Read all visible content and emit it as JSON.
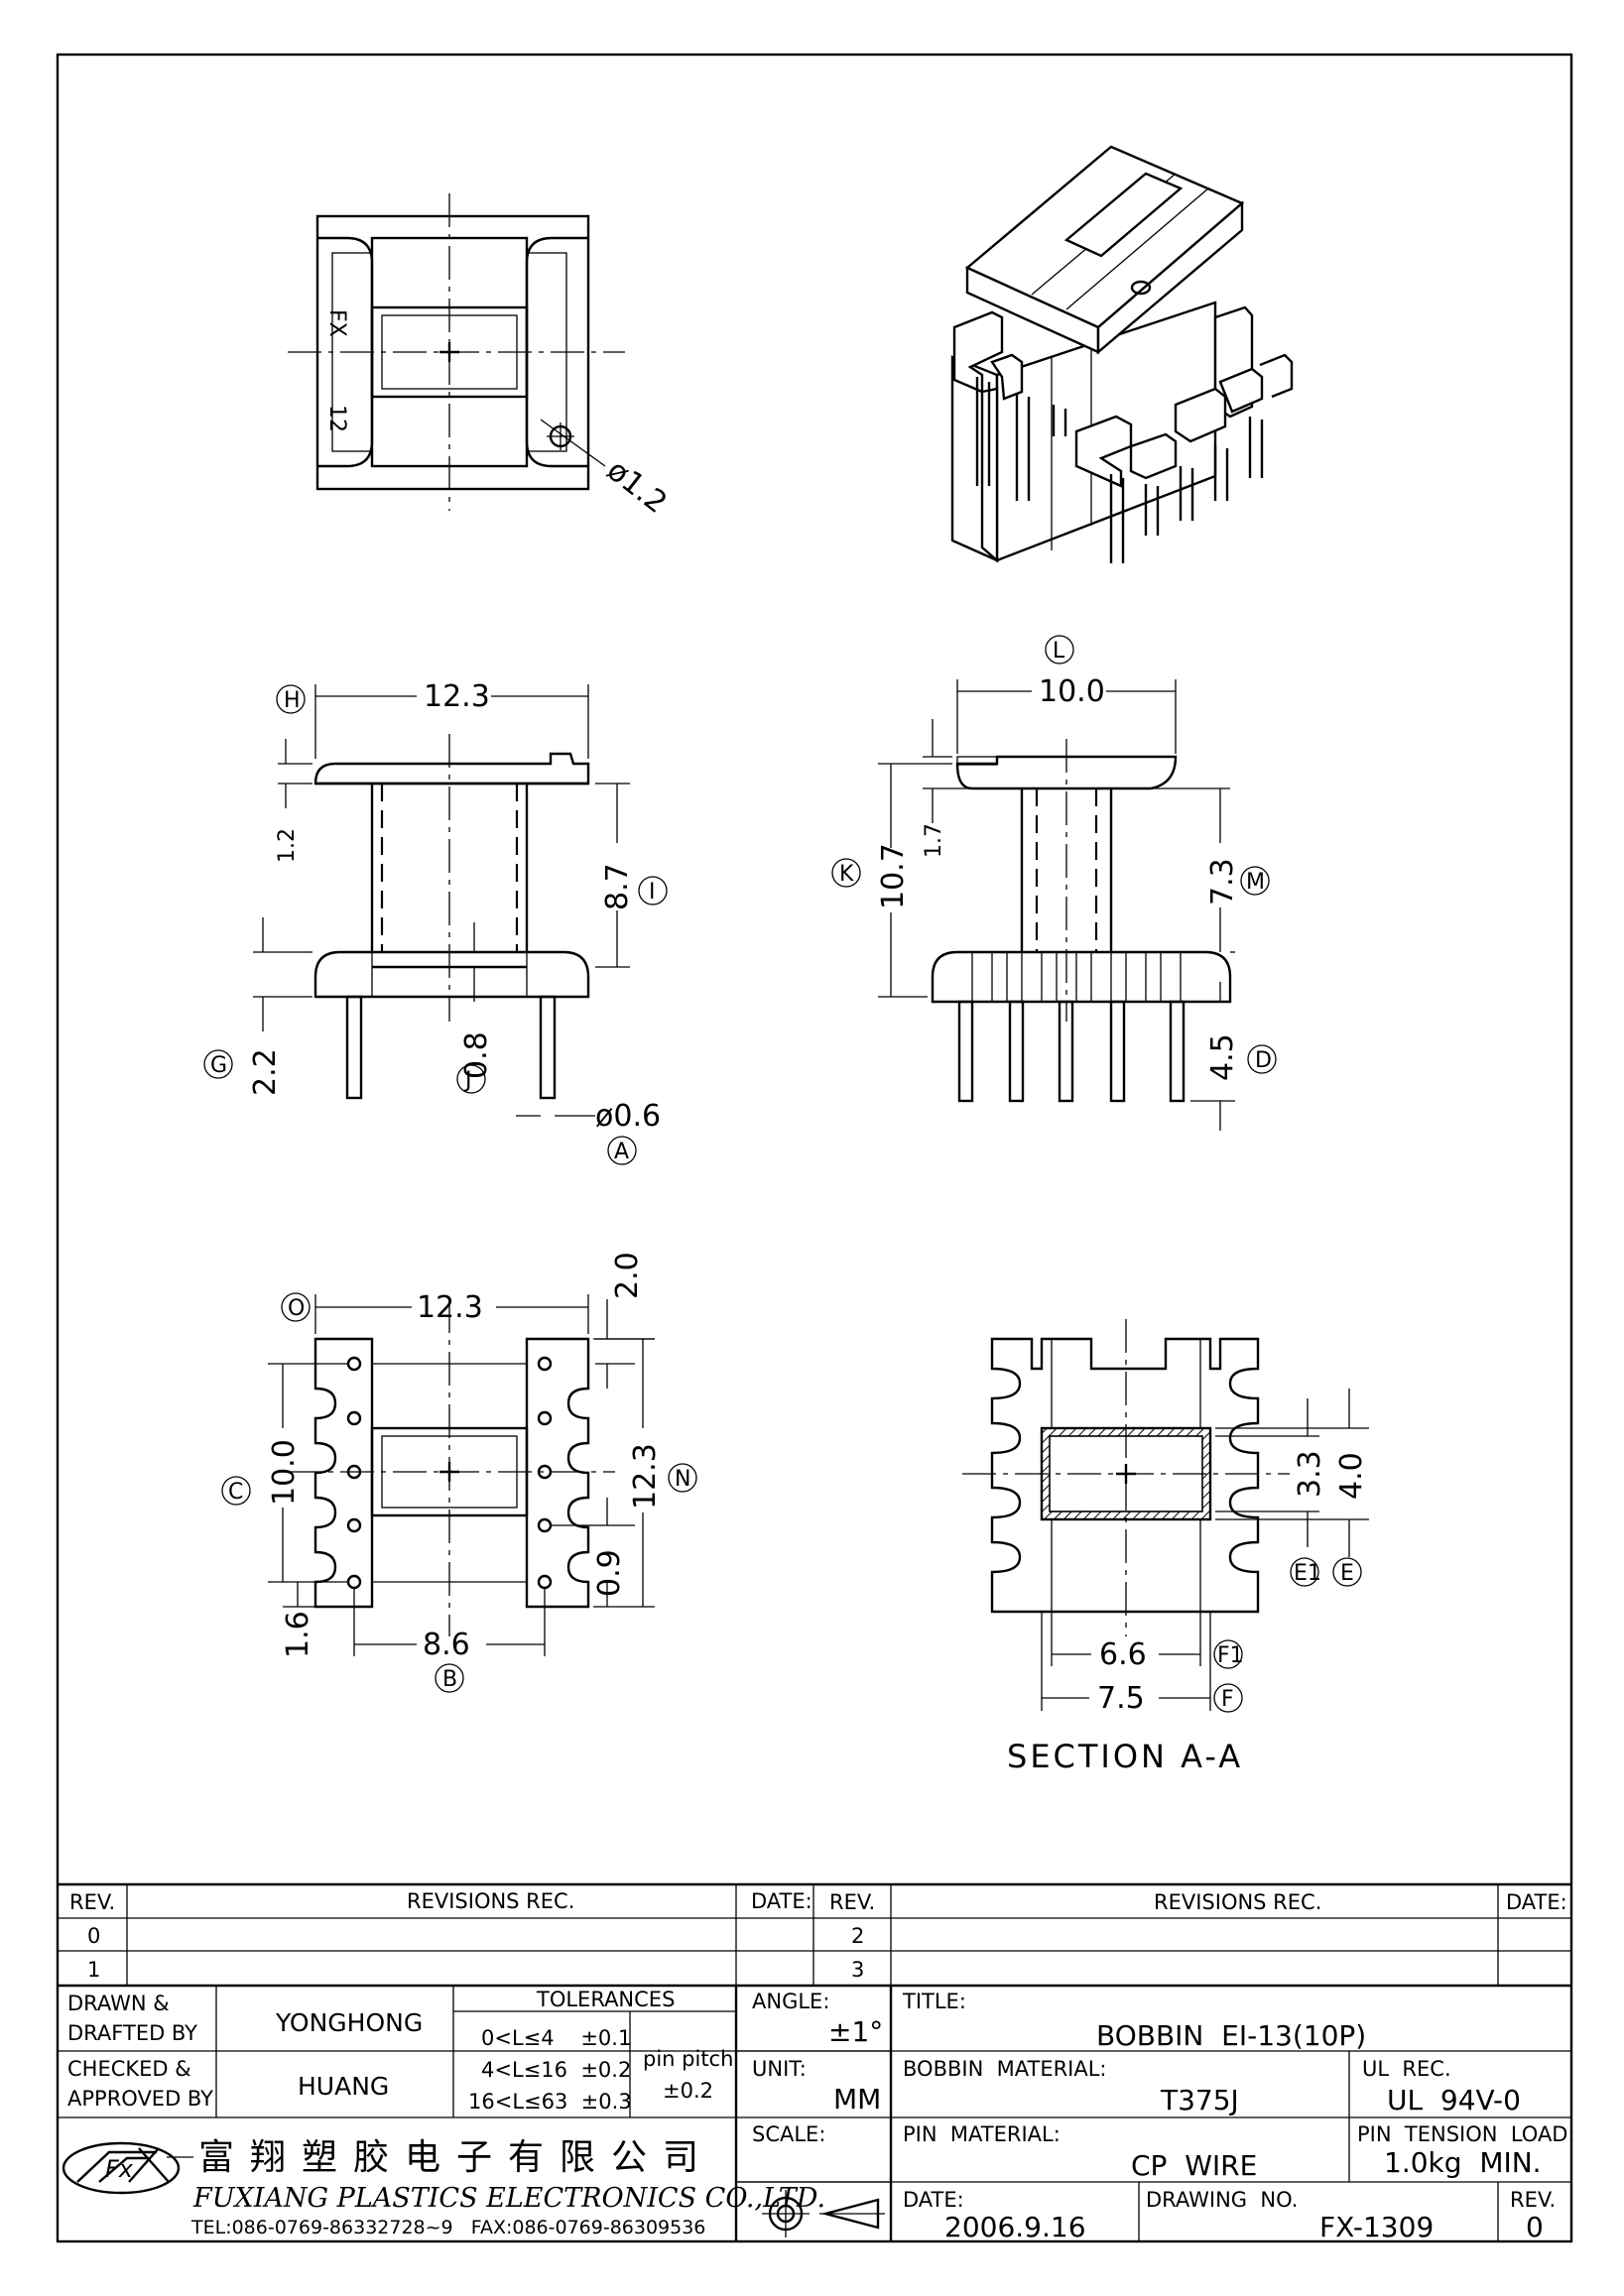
{
  "views": {
    "top": {
      "mark_fx": "FX",
      "mark_num": "12",
      "hole": "ø1.2"
    },
    "front": {
      "w": "12.3",
      "h": "8.7",
      "g": "2.2",
      "j": "0.8",
      "a": "ø0.6",
      "flange": "1.2",
      "tags": {
        "H": "H",
        "I": "I",
        "G": "G",
        "J": "J",
        "A": "A"
      }
    },
    "side": {
      "w": "10.0",
      "k": "10.7",
      "m": "7.3",
      "d": "4.5",
      "flange": "1.7",
      "tags": {
        "L": "L",
        "K": "K",
        "M": "M",
        "D": "D"
      }
    },
    "bottom": {
      "o": "12.3",
      "top2": "2.0",
      "c": "10.0",
      "n": "12.3",
      "p9": "0.9",
      "p16": "1.6",
      "b": "8.6",
      "tags": {
        "O": "O",
        "C": "C",
        "N": "N",
        "B": "B"
      }
    },
    "section": {
      "title": "SECTION A-A",
      "e1": "3.3",
      "e": "4.0",
      "f1": "6.6",
      "f": "7.5",
      "tags": {
        "E1": "E1",
        "E": "E",
        "F1": "F1",
        "F": "F"
      }
    }
  },
  "title_block": {
    "rev_header": "REV.",
    "revisions_header": "REVISIONS   REC.",
    "date_header": "DATE:",
    "rev_rows_left": [
      "0",
      "1"
    ],
    "rev_rows_right": [
      "2",
      "3"
    ],
    "drawn_by_label": "DRAWN &\nDRAFTED BY",
    "drawn_by": "YONGHONG",
    "checked_by_label": "CHECKED &\nAPPROVED BY",
    "checked_by": "HUANG",
    "tolerances_label": "TOLERANCES",
    "tol_rows": [
      "0<L≤4    ±0.1",
      "4<L≤16  ±0.2",
      "16<L≤63  ±0.3"
    ],
    "pin_pitch_label": "pin pitch",
    "pin_pitch": "±0.2",
    "angle_label": "ANGLE:",
    "angle": "±1°",
    "unit_label": "UNIT:",
    "unit": "MM",
    "scale_label": "SCALE:",
    "title_label": "TITLE:",
    "title": "BOBBIN  EI-13(10P)",
    "bobbin_material_label": "BOBBIN  MATERIAL:",
    "bobbin_material": "T375J",
    "ul_label": "UL  REC.",
    "ul": "UL  94V-0",
    "pin_material_label": "PIN  MATERIAL:",
    "pin_material": "CP  WIRE",
    "tension_label": "PIN  TENSION  LOAD:",
    "tension": "1.0kg  MIN.",
    "date_label": "DATE:",
    "date": "2006.9.16",
    "drawing_no_label": "DRAWING  NO.",
    "drawing_no": "FX-1309",
    "rev_label": "REV.",
    "rev": "0",
    "company_cn": "富翔塑胶电子有限公司",
    "company_en": "FUXIANG PLASTICS ELECTRONICS CO.,LTD.",
    "company_contact": "TEL:086-0769-86332728~9   FAX:086-0769-86309536"
  }
}
